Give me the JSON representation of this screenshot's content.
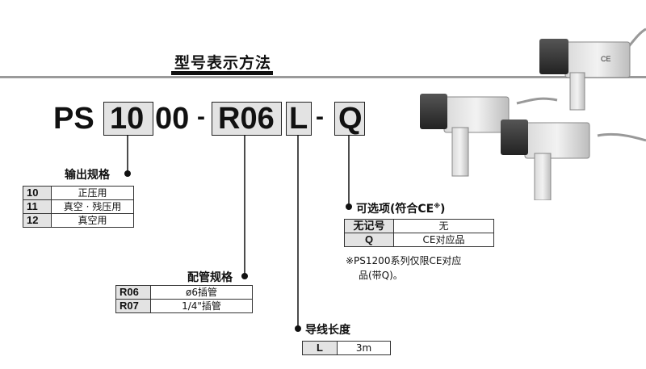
{
  "header": {
    "title": "型号表示方法"
  },
  "model_code": {
    "prefix": "PS",
    "box1": "10",
    "mid": "00",
    "dash1": "-",
    "box2": "R06",
    "box3": "L",
    "dash2": "-",
    "box4": "Q"
  },
  "output_spec": {
    "title": "输出规格",
    "rows": [
      {
        "code": "10",
        "desc": "正压用"
      },
      {
        "code": "11",
        "desc": "真空 · 残压用"
      },
      {
        "code": "12",
        "desc": "真空用"
      }
    ]
  },
  "piping_spec": {
    "title": "配管规格",
    "rows": [
      {
        "code": "R06",
        "desc": "ø6插管"
      },
      {
        "code": "R07",
        "desc": "1/4\"插管"
      }
    ]
  },
  "lead_length": {
    "title": "导线长度",
    "rows": [
      {
        "code": "L",
        "desc": "3m"
      }
    ]
  },
  "options": {
    "title": "可选项(符合CE",
    "title_mark": "※",
    "title_close": ")",
    "rows": [
      {
        "code": "无记号",
        "desc": "无"
      },
      {
        "code": "Q",
        "desc": "CE对应品"
      }
    ],
    "note_line1": "※PS1200系列仅限CE对应",
    "note_line2": "品(带Q)。"
  },
  "product": {
    "label": "CE"
  },
  "colors": {
    "box_fill": "#e3e3e3",
    "rule": "#9a9a9a",
    "ink": "#111111"
  }
}
